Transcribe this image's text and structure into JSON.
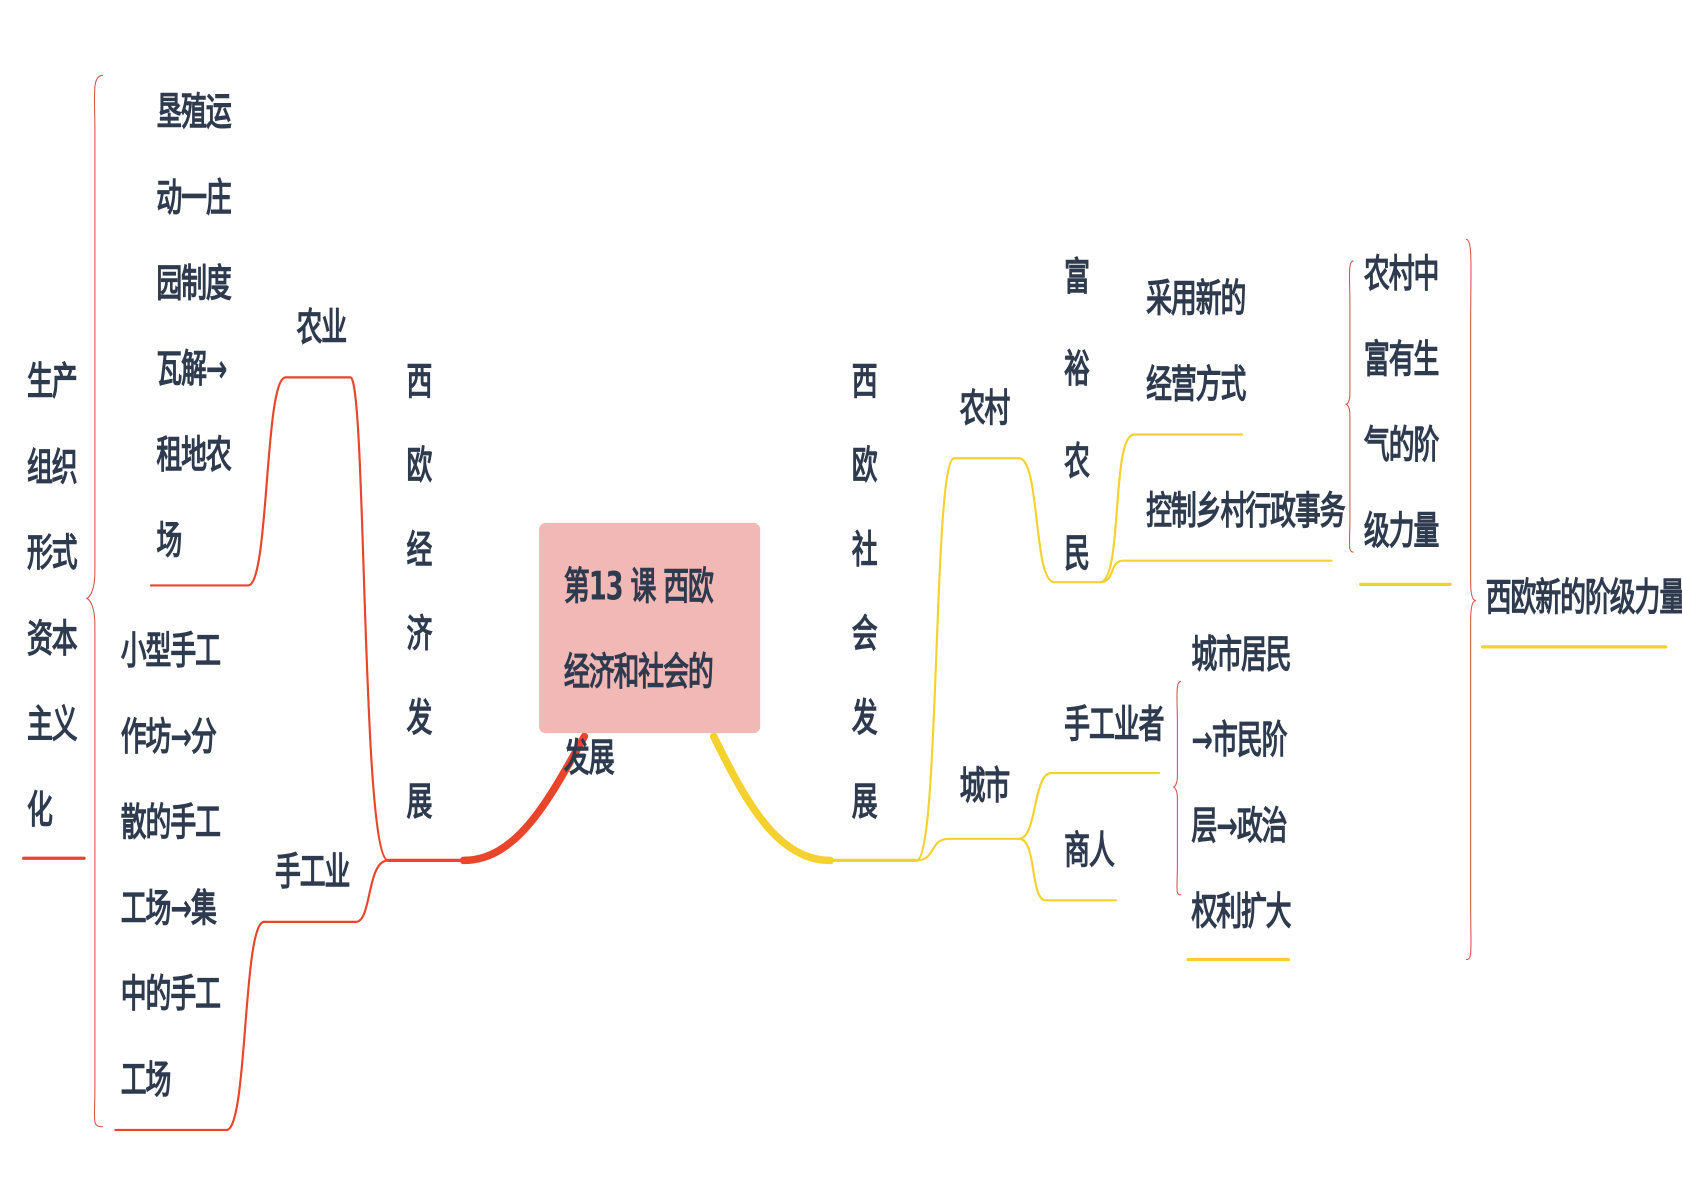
{
  "colors": {
    "left_branch": "#e8452a",
    "right_branch": "#f5d130",
    "center_fill": "#f2b8b5",
    "text": "#2e3a4e"
  },
  "center": {
    "title": "第13 课 西欧经济和社会的发展"
  },
  "left": {
    "branch": "西欧经济发展",
    "agriculture": {
      "label": "农业",
      "detail": "垦殖运动一庄园制度瓦解→租地农场"
    },
    "handicraft": {
      "label": "手工业",
      "detail": "小型手工作坊→分散的手工工场→集中的手工工场"
    },
    "summary": "生产组织形式资本主义化"
  },
  "right": {
    "branch": "西欧社会发展",
    "countryside": {
      "label": "农村",
      "node": "富裕农民",
      "children": [
        "采用新的经营方式",
        "控制乡村行政事务"
      ],
      "summary": "农村中富有生气的阶级力量"
    },
    "city": {
      "label": "城市",
      "children": [
        "手工业者",
        "商人"
      ],
      "summary": "城市居民→市民阶层→政治权利扩大"
    },
    "summary": "西欧新的阶级力量"
  }
}
